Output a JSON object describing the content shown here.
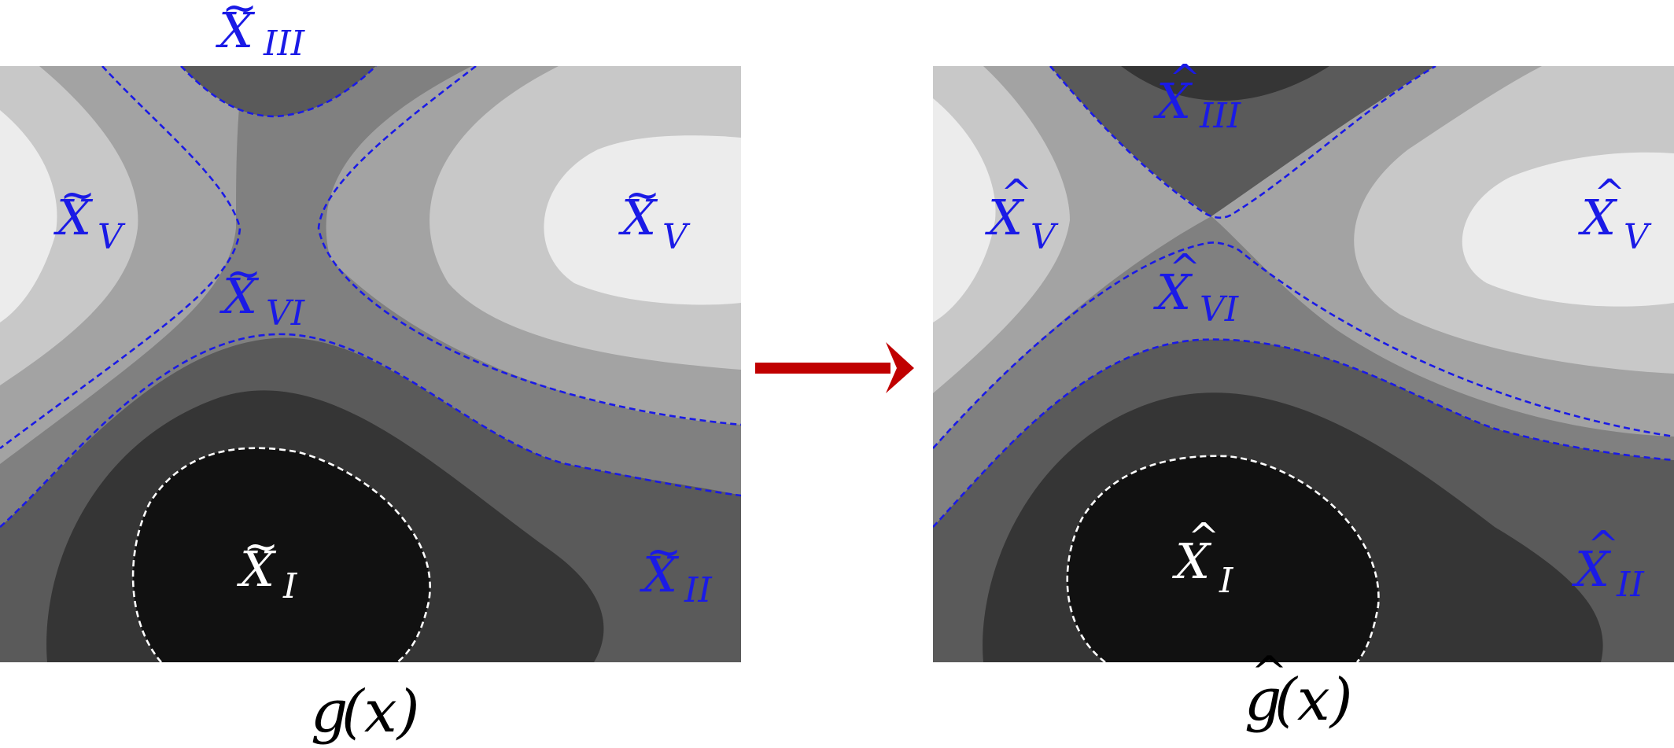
{
  "panels": {
    "left": {
      "caption": {
        "base": "g",
        "arg": "(x)"
      },
      "labels": {
        "top": {
          "base": "X",
          "sub": "III",
          "accent": "~"
        },
        "left": {
          "base": "X",
          "sub": "V",
          "accent": "~"
        },
        "right": {
          "base": "X",
          "sub": "V",
          "accent": "~"
        },
        "center": {
          "base": "X",
          "sub": "VI",
          "accent": "~"
        },
        "bottom": {
          "base": "X",
          "sub": "I",
          "accent": "~"
        },
        "bottom_right": {
          "base": "X",
          "sub": "II",
          "accent": "~"
        }
      }
    },
    "right": {
      "caption": {
        "base": "g",
        "arg": "(x)",
        "accent": "^"
      },
      "labels": {
        "top": {
          "base": "X",
          "sub": "III",
          "accent": "^"
        },
        "left": {
          "base": "X",
          "sub": "V",
          "accent": "^"
        },
        "right": {
          "base": "X",
          "sub": "V",
          "accent": "^"
        },
        "center": {
          "base": "X",
          "sub": "VI",
          "accent": "^"
        },
        "bottom": {
          "base": "X",
          "sub": "I",
          "accent": "^"
        },
        "bottom_right": {
          "base": "X",
          "sub": "II",
          "accent": "^"
        }
      }
    }
  },
  "colors": {
    "level_blue": "#1a1ae6",
    "level_white": "#ffffff",
    "arrow": "#c00000",
    "g1": "#111111",
    "g2": "#353535",
    "g3": "#5a5a5a",
    "g4": "#808080",
    "g5": "#a3a3a3",
    "g6": "#c8c8c8",
    "g7": "#ececec"
  }
}
